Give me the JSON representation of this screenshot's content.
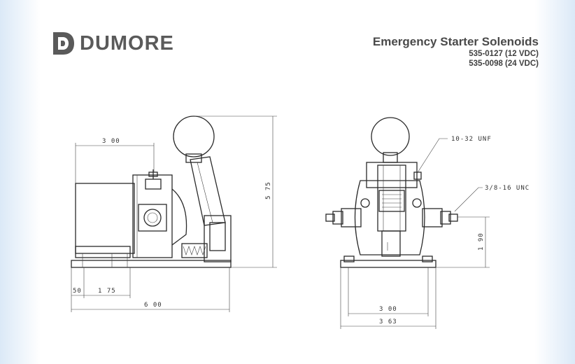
{
  "brand": {
    "name": "DUMORE"
  },
  "header": {
    "title": "Emergency Starter Solenoids",
    "models": [
      "535-0127 (12 VDC)",
      "535-0098 (24 VDC)"
    ]
  },
  "side_view": {
    "dim_width_top": "3 00",
    "dim_height": "5 75",
    "dim_left": "50",
    "dim_mid": "1 75",
    "dim_total": "6 00"
  },
  "front_view": {
    "thread_top": "10-32 UNF",
    "thread_side": "3/8-16 UNC",
    "dim_height": "1 90",
    "dim_inner": "3 00",
    "dim_outer": "3 63"
  }
}
